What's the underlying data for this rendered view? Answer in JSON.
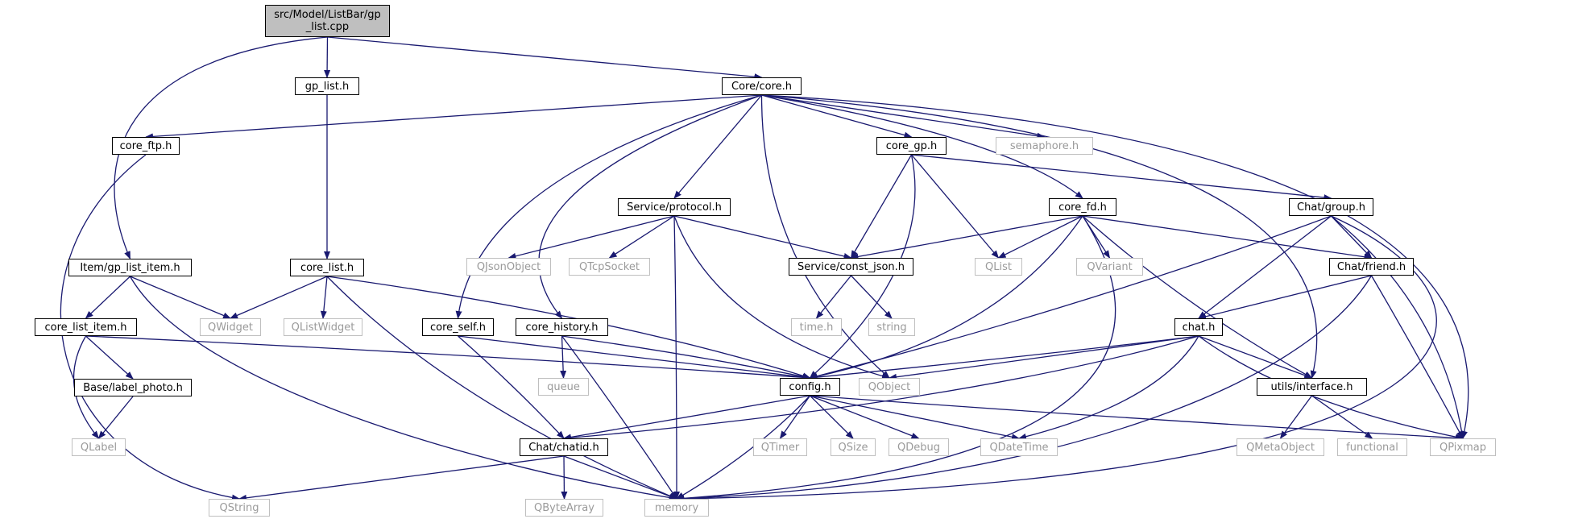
{
  "colors": {
    "edge": "#191970",
    "root_fill": "#bfbfbf",
    "ext_border": "#bfbfbf",
    "ext_text": "#9a9a9a"
  },
  "nodes": {
    "root": "src/Model/ListBar/gp\n_list.cpp",
    "gp_list_h": "gp_list.h",
    "core_core_h": "Core/core.h",
    "core_ftp_h": "core_ftp.h",
    "core_gp_h": "core_gp.h",
    "semaphore_h": "semaphore.h",
    "service_protocol_h": "Service/protocol.h",
    "core_fd_h": "core_fd.h",
    "chat_group_h": "Chat/group.h",
    "item_gp_list_item_h": "Item/gp_list_item.h",
    "core_list_h": "core_list.h",
    "qjsonobject": "QJsonObject",
    "qtcpsocket": "QTcpSocket",
    "service_const_json_h": "Service/const_json.h",
    "qlist": "QList",
    "qvariant": "QVariant",
    "chat_friend_h": "Chat/friend.h",
    "core_list_item_h": "core_list_item.h",
    "qwidget": "QWidget",
    "qlistwidget": "QListWidget",
    "core_self_h": "core_self.h",
    "core_history_h": "core_history.h",
    "time_h": "time.h",
    "string": "string",
    "chat_h": "chat.h",
    "base_label_photo_h": "Base/label_photo.h",
    "queue": "queue",
    "config_h": "config.h",
    "qobject": "QObject",
    "utils_interface_h": "utils/interface.h",
    "qlabel": "QLabel",
    "chat_chatid_h": "Chat/chatid.h",
    "qtimer": "QTimer",
    "qsize": "QSize",
    "qdebug": "QDebug",
    "qdatetime": "QDateTime",
    "qmetaobject": "QMetaObject",
    "functional": "functional",
    "qpixmap": "QPixmap",
    "qstring": "QString",
    "qbytearray": "QByteArray",
    "memory": "memory"
  }
}
